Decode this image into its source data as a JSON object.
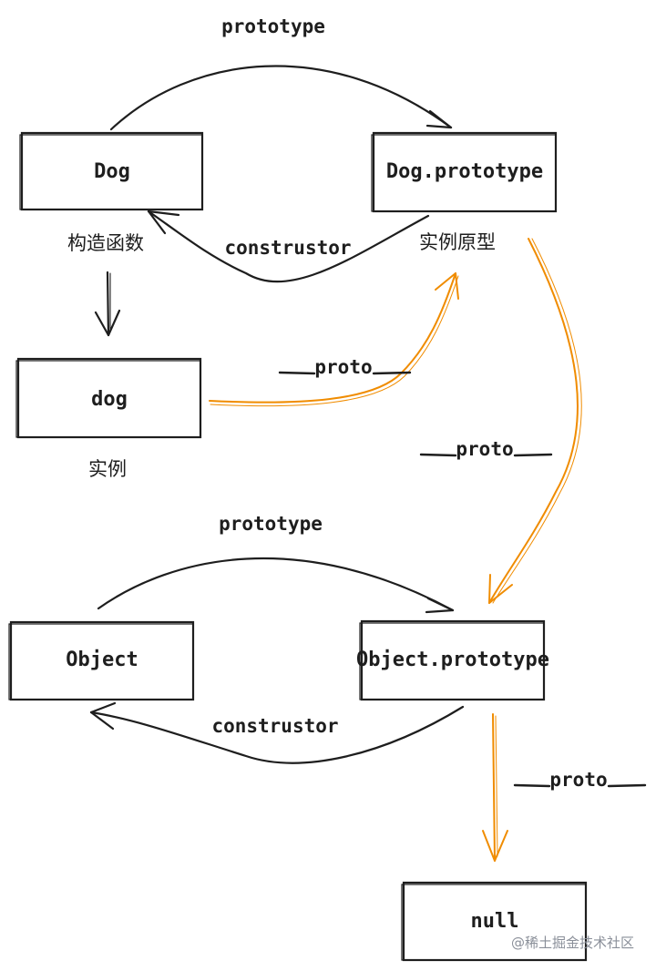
{
  "nodes": {
    "dog_constructor": "Dog",
    "dog_prototype": "Dog.prototype",
    "dog_instance": "dog",
    "object_constructor": "Object",
    "object_prototype": "Object.prototype",
    "null_node": "null"
  },
  "labels": {
    "constructor_fn": "构造函数",
    "instance_proto": "实例原型",
    "instance": "实例"
  },
  "edges": {
    "dog_prototype_edge": "prototype",
    "dog_constructor_edge": "construstor",
    "dog_proto_edge": "proto",
    "dogproto_proto_edge": "proto",
    "object_prototype_edge": "prototype",
    "object_constructor_edge": "construstor",
    "objproto_proto_edge": "proto"
  },
  "colors": {
    "stroke": "#1e1e1e",
    "proto_arrow": "#f08c00"
  },
  "watermark": "@稀土掘金技术社区"
}
